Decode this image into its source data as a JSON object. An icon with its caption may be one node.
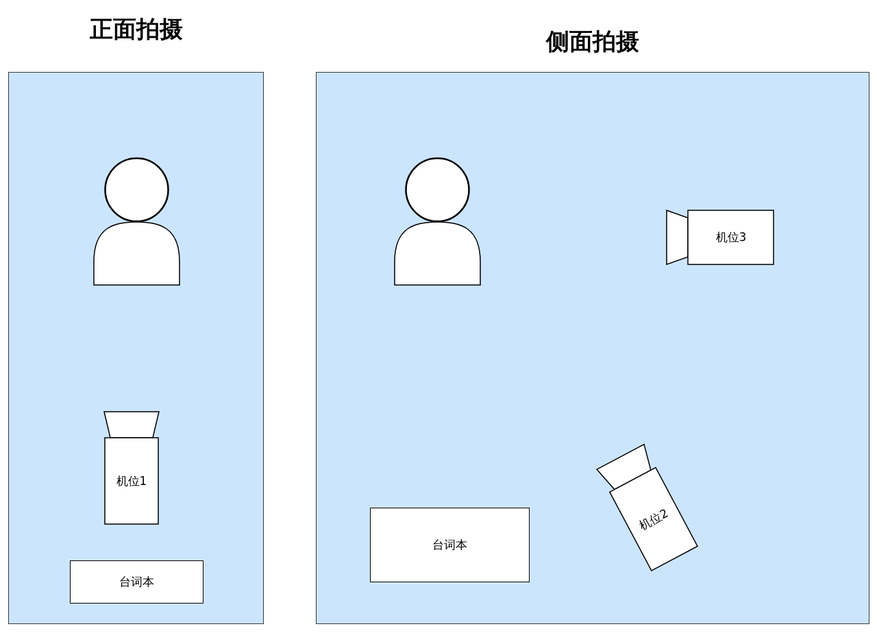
{
  "diagram": {
    "nodes": [
      {
        "text": [
          "正面拍摄"
        ]
      },
      {
        "text": [],
        "shape": "person",
        "in": 0
      },
      {
        "text": [
          "机位1"
        ],
        "in": 0
      },
      {
        "text": [
          "台词本"
        ],
        "in": 0
      },
      {
        "text": [
          "侧面拍摄"
        ]
      },
      {
        "text": [],
        "shape": "person",
        "in": 4
      },
      {
        "text": [
          "机位3"
        ],
        "in": 4
      },
      {
        "text": [
          "机位2"
        ],
        "in": 4
      },
      {
        "text": [
          "台词本"
        ],
        "in": 4
      }
    ]
  }
}
